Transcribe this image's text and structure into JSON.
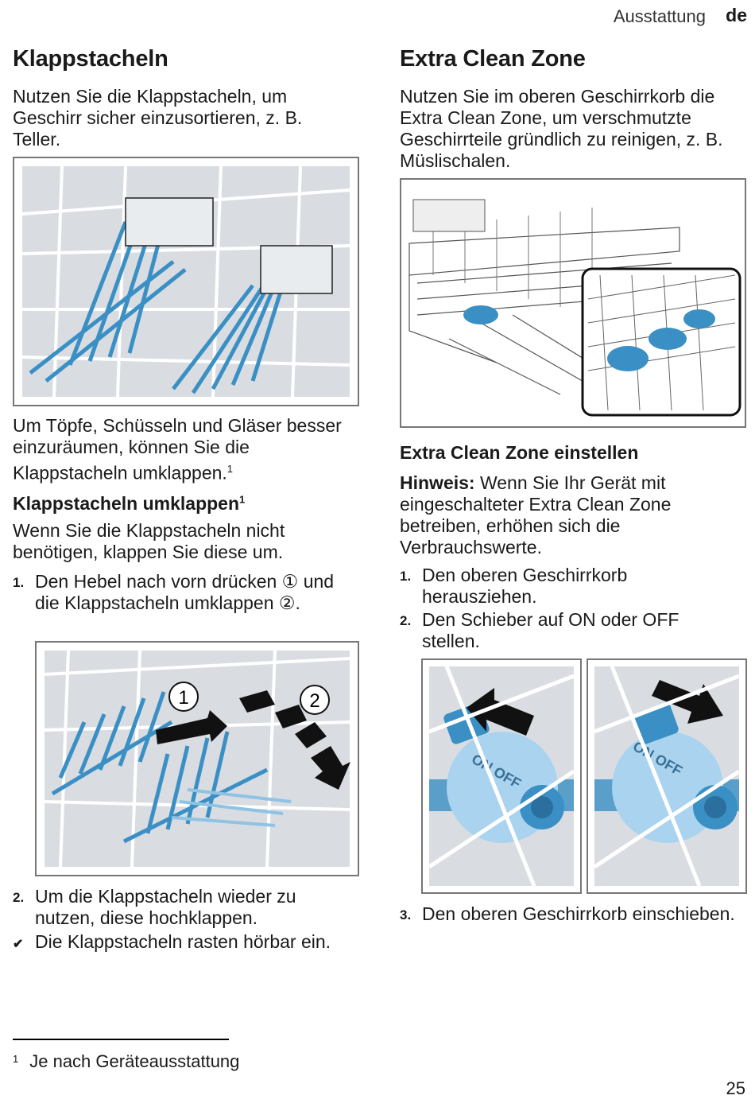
{
  "header": {
    "section": "Ausstattung",
    "lang": "de"
  },
  "left": {
    "title": "Klappstacheln",
    "intro": "Nutzen Sie die Klappstacheln, um Geschirr sicher einzusortieren, z. B. Teller.",
    "para2": "Um Töpfe, Schüsseln und Gläser besser einzuräumen, können Sie die Klappstacheln umklappen.",
    "para2_sup": "1",
    "subheading": "Klappstacheln umklappen",
    "subheading_sup": "1",
    "para3": "Wenn Sie die Klappstacheln nicht benötigen, klappen Sie diese um.",
    "steps": [
      {
        "num": "1.",
        "text": "Den Hebel nach vorn drücken ① und die Klappstacheln umklappen ②."
      },
      {
        "num": "2.",
        "text": "Um die Klappstacheln wieder zu nutzen, diese hochklappen."
      }
    ],
    "result": {
      "symbol": "✔",
      "text": "Die Klappstacheln rasten hörbar ein."
    },
    "fig2_labels": [
      "1",
      "2"
    ]
  },
  "right": {
    "title": "Extra Clean Zone",
    "intro": "Nutzen Sie im oberen Geschirrkorb die Extra Clean Zone, um verschmutzte Geschirrteile gründlich zu reinigen, z. B. Müslischalen.",
    "subheading": "Extra Clean Zone einstellen",
    "note_label": "Hinweis:",
    "note_text": "Wenn Sie Ihr Gerät mit eingeschalteter Extra Clean Zone betreiben, erhöhen sich die Verbrauchswerte.",
    "steps": [
      {
        "num": "1.",
        "text": "Den oberen Geschirrkorb herausziehen."
      },
      {
        "num": "2.",
        "text": "Den Schieber auf ON oder OFF stellen."
      },
      {
        "num": "3.",
        "text": "Den oberen Geschirrkorb einschieben."
      }
    ],
    "slider_label_on": "ON",
    "slider_label_off": "OFF"
  },
  "footnote": {
    "mark": "1",
    "text": "Je nach Geräteausstattung"
  },
  "page_number": "25",
  "colors": {
    "accent_blue": "#3a8fc4",
    "figure_bg": "#d9dde2",
    "wire": "#ffffff"
  }
}
